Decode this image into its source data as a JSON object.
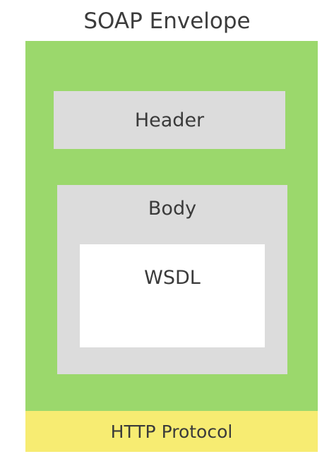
{
  "diagram": {
    "title": "SOAP Envelope",
    "header_label": "Header",
    "body_label": "Body",
    "wsdl_label": "WSDL",
    "http_label": "HTTP Protocol"
  },
  "colors": {
    "envelope": "#9bd86c",
    "header": "#dcdcdc",
    "body": "#dcdcdc",
    "wsdl": "#ffffff",
    "http": "#f7ec72"
  }
}
